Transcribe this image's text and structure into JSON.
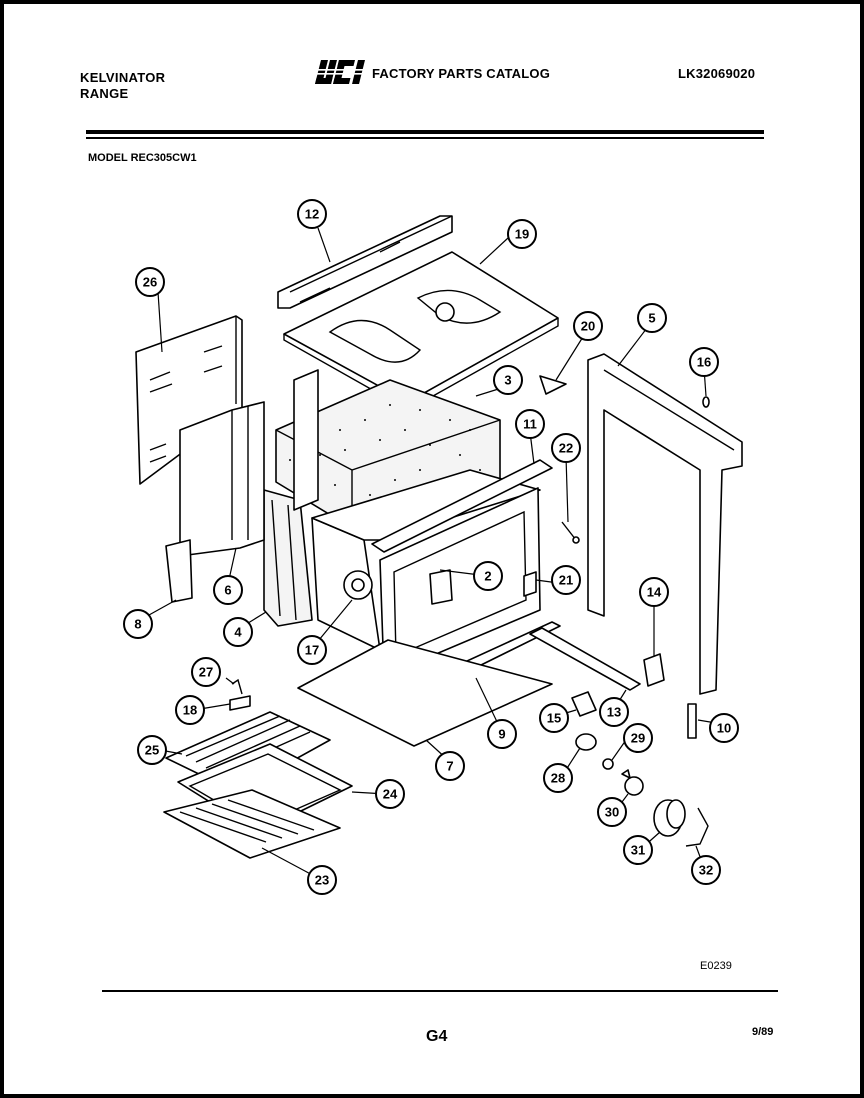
{
  "header": {
    "brand_line1": "KELVINATOR",
    "brand_line2": "RANGE",
    "logo_text": "WCI",
    "catalog_title": "FACTORY PARTS CATALOG",
    "catalog_number": "LK32069020"
  },
  "model_line": "MODEL REC305CW1",
  "diagram_code": "E0239",
  "footer": {
    "page_number": "G4",
    "date_code": "9/89"
  },
  "callouts": [
    "2",
    "3",
    "4",
    "5",
    "6",
    "7",
    "8",
    "9",
    "10",
    "11",
    "12",
    "13",
    "14",
    "15",
    "16",
    "17",
    "18",
    "19",
    "20",
    "21",
    "22",
    "23",
    "24",
    "25",
    "26",
    "27",
    "28",
    "29",
    "30",
    "31",
    "32"
  ]
}
